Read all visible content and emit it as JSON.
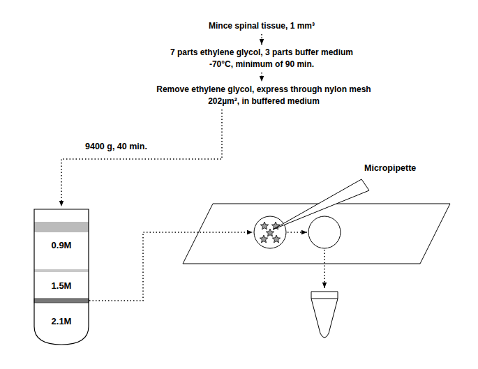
{
  "diagram": {
    "nodes": [
      {
        "text": [
          "Mince spinal tissue, 1 mm³"
        ]
      },
      {
        "text": [
          "7 parts ethylene glycol, 3 parts buffer medium -70°C, minimum of 90 min."
        ]
      },
      {
        "text": [
          "Remove ethylene glycol, express through nylon mesh 202µm², in buffered medium"
        ]
      },
      {
        "text": [
          "0.9M",
          "1.5M",
          "2.1M"
        ]
      }
    ],
    "edges": [
      {
        "from": 0,
        "to": 1,
        "arrow": "to"
      },
      {
        "from": 1,
        "to": 2,
        "arrow": "to"
      },
      {
        "from": 2,
        "to": 3,
        "arrow": "to",
        "label": "9400 g, 40 min."
      }
    ],
    "labels": [
      "Micropipette"
    ]
  }
}
